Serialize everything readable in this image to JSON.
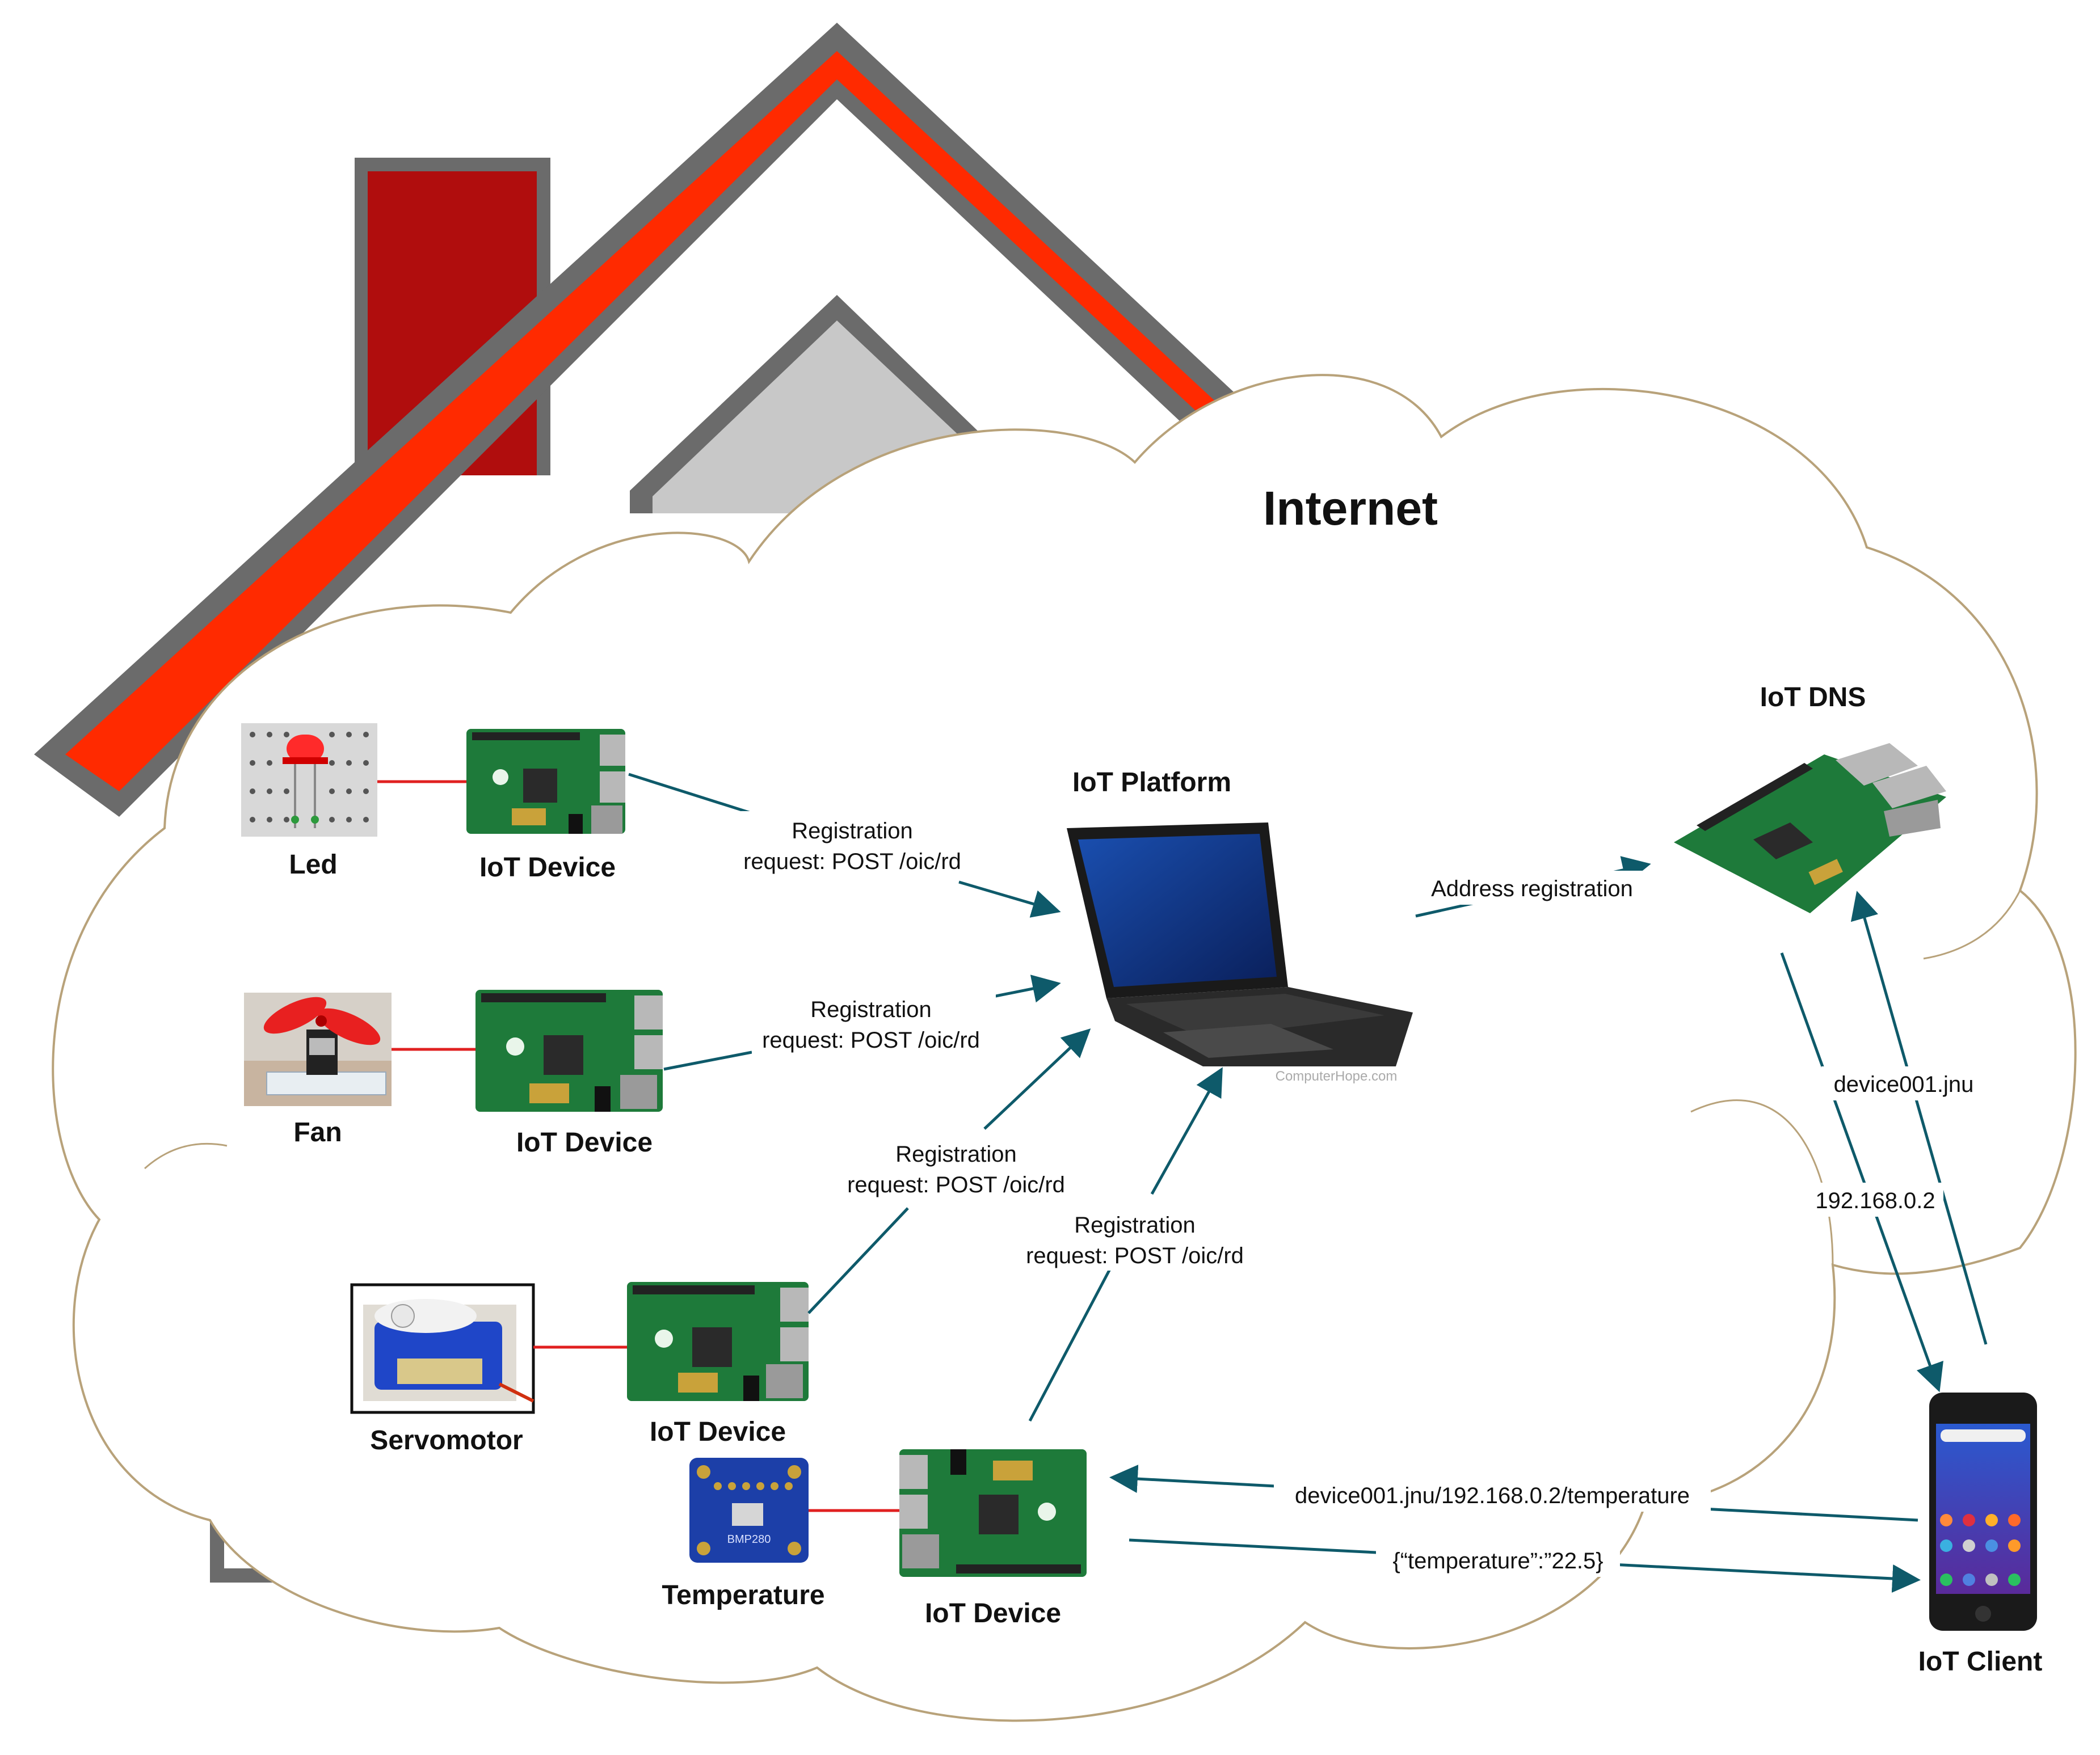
{
  "title": "Internet",
  "colors": {
    "roof": "#ff2a00",
    "roof_outline": "#6b6b6b",
    "chimney": "#b00d0d",
    "gable": "#c8c8c8",
    "cloud_stroke": "#b8a27a",
    "arrow": "#0e5a6a",
    "wire": "#e02020",
    "board": "#1e7a3a"
  },
  "nodes": {
    "led": {
      "label": "Led",
      "icon": "led-icon"
    },
    "fan": {
      "label": "Fan",
      "icon": "fan-icon"
    },
    "servo": {
      "label": "Servomotor",
      "icon": "servo-icon"
    },
    "temp": {
      "label": "Temperature",
      "icon": "temperature-sensor-icon",
      "chip_text": "BMP280"
    },
    "device1": {
      "label": "IoT Device",
      "icon": "raspberry-pi-icon"
    },
    "device2": {
      "label": "IoT Device",
      "icon": "raspberry-pi-icon"
    },
    "device3": {
      "label": "IoT Device",
      "icon": "raspberry-pi-icon"
    },
    "device4": {
      "label": "IoT Device",
      "icon": "raspberry-pi-icon"
    },
    "platform": {
      "label": "IoT Platform",
      "icon": "laptop-icon",
      "watermark": "ComputerHope.com"
    },
    "dns": {
      "label": "IoT DNS",
      "icon": "raspberry-pi-icon"
    },
    "client": {
      "label": "IoT Client",
      "icon": "smartphone-icon"
    }
  },
  "edges": {
    "reg1": {
      "line1": "Registration",
      "line2": "request: POST /oic/rd"
    },
    "reg2": {
      "line1": "Registration",
      "line2": "request: POST /oic/rd"
    },
    "reg3": {
      "line1": "Registration",
      "line2": "request: POST /oic/rd"
    },
    "reg4": {
      "line1": "Registration",
      "line2": "request: POST /oic/rd"
    },
    "addr": "Address registration",
    "dns_query": "device001.jnu",
    "dns_reply": "192.168.0.2",
    "get_req": "device001.jnu/192.168.0.2/temperature",
    "resp": "{“temperature”:”22.5}"
  }
}
